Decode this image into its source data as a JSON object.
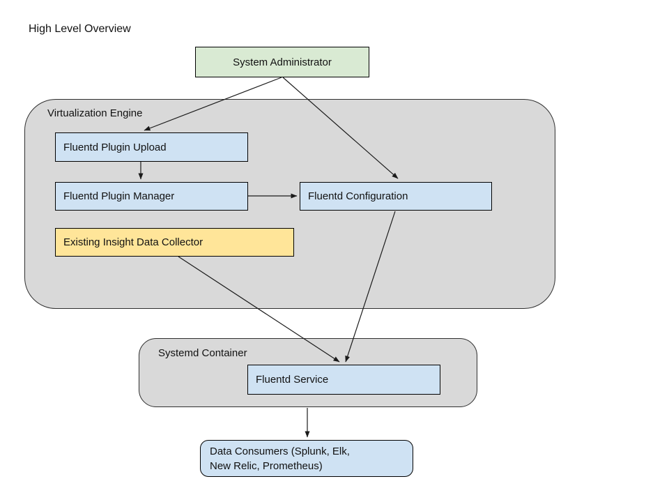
{
  "title": "High Level Overview",
  "colors": {
    "node_green": "#d9ead3",
    "node_blue": "#cfe2f3",
    "node_yellow": "#ffe599",
    "container_gray": "#d9d9d9",
    "border": "#000000",
    "background": "#ffffff"
  },
  "containers": {
    "virtualization_engine": {
      "label": "Virtualization Engine"
    },
    "systemd_container": {
      "label": "Systemd Container"
    }
  },
  "nodes": {
    "system_administrator": {
      "label": "System Administrator",
      "color": "green"
    },
    "fluentd_plugin_upload": {
      "label": "Fluentd Plugin Upload",
      "color": "blue"
    },
    "fluentd_plugin_manager": {
      "label": "Fluentd Plugin Manager",
      "color": "blue"
    },
    "fluentd_configuration": {
      "label": "Fluentd Configuration",
      "color": "blue"
    },
    "existing_insight_data_collector": {
      "label": "Existing Insight Data Collector",
      "color": "yellow"
    },
    "fluentd_service": {
      "label": "Fluentd Service",
      "color": "blue"
    },
    "data_consumers": {
      "label_line1": "Data Consumers (Splunk, Elk,",
      "label_line2": "New Relic, Prometheus)",
      "color": "blue"
    }
  },
  "edges": [
    {
      "from": "System Administrator",
      "to": "Fluentd Plugin Upload"
    },
    {
      "from": "System Administrator",
      "to": "Fluentd Configuration"
    },
    {
      "from": "Fluentd Plugin Upload",
      "to": "Fluentd Plugin Manager"
    },
    {
      "from": "Fluentd Plugin Manager",
      "to": "Fluentd Configuration"
    },
    {
      "from": "Existing Insight Data Collector",
      "to": "Fluentd Service"
    },
    {
      "from": "Fluentd Configuration",
      "to": "Fluentd Service"
    },
    {
      "from": "Fluentd Service",
      "to": "Data Consumers"
    }
  ]
}
